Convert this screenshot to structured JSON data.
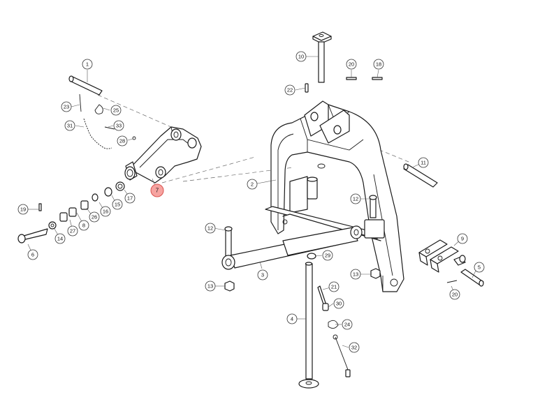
{
  "callouts": [
    {
      "id": "c1",
      "label": "1"
    },
    {
      "id": "c2",
      "label": "2"
    },
    {
      "id": "c3",
      "label": "3"
    },
    {
      "id": "c4",
      "label": "4"
    },
    {
      "id": "c5",
      "label": "5"
    },
    {
      "id": "c6",
      "label": "6"
    },
    {
      "id": "c7",
      "label": "7",
      "highlighted": true
    },
    {
      "id": "c8",
      "label": "8"
    },
    {
      "id": "c9",
      "label": "9"
    },
    {
      "id": "c10",
      "label": "10"
    },
    {
      "id": "c11",
      "label": "11"
    },
    {
      "id": "c12a",
      "label": "12"
    },
    {
      "id": "c12b",
      "label": "12"
    },
    {
      "id": "c13a",
      "label": "13"
    },
    {
      "id": "c13b",
      "label": "13"
    },
    {
      "id": "c14",
      "label": "14"
    },
    {
      "id": "c15",
      "label": "15"
    },
    {
      "id": "c16",
      "label": "16"
    },
    {
      "id": "c17",
      "label": "17"
    },
    {
      "id": "c18",
      "label": "18"
    },
    {
      "id": "c19",
      "label": "19"
    },
    {
      "id": "c20a",
      "label": "20"
    },
    {
      "id": "c20b",
      "label": "20"
    },
    {
      "id": "c21",
      "label": "21"
    },
    {
      "id": "c22",
      "label": "22"
    },
    {
      "id": "c23",
      "label": "23"
    },
    {
      "id": "c24",
      "label": "24"
    },
    {
      "id": "c25",
      "label": "25"
    },
    {
      "id": "c26",
      "label": "26"
    },
    {
      "id": "c27",
      "label": "27"
    },
    {
      "id": "c28",
      "label": "28"
    },
    {
      "id": "c29",
      "label": "29"
    },
    {
      "id": "c30",
      "label": "30"
    },
    {
      "id": "c31",
      "label": "31"
    },
    {
      "id": "c32",
      "label": "32"
    },
    {
      "id": "c33",
      "label": "33"
    }
  ],
  "colors": {
    "highlight_fill": "#f6a3a0",
    "highlight_stroke": "#d9534f",
    "line": "#1a1a1a"
  }
}
